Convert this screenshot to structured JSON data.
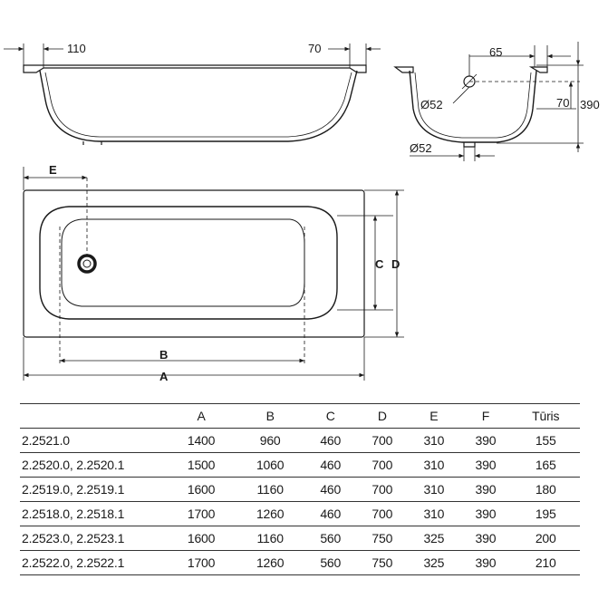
{
  "side_view": {
    "rim_left": "110",
    "rim_right": "70"
  },
  "end_view": {
    "rim_width": "65",
    "outlet_height": "70",
    "total_height": "390",
    "overflow_diameter": "Ø52",
    "drain_diameter": "Ø52"
  },
  "top_view": {
    "label_a": "A",
    "label_b": "B",
    "label_c": "C",
    "label_d": "D",
    "label_e": "E"
  },
  "table": {
    "headers": [
      "",
      "A",
      "B",
      "C",
      "D",
      "E",
      "F",
      "Tūris"
    ],
    "rows": [
      [
        "2.2521.0",
        "1400",
        "960",
        "460",
        "700",
        "310",
        "390",
        "155"
      ],
      [
        "2.2520.0, 2.2520.1",
        "1500",
        "1060",
        "460",
        "700",
        "310",
        "390",
        "165"
      ],
      [
        "2.2519.0, 2.2519.1",
        "1600",
        "1160",
        "460",
        "700",
        "310",
        "390",
        "180"
      ],
      [
        "2.2518.0, 2.2518.1",
        "1700",
        "1260",
        "460",
        "700",
        "310",
        "390",
        "195"
      ],
      [
        "2.2523.0, 2.2523.1",
        "1600",
        "1160",
        "560",
        "750",
        "325",
        "390",
        "200"
      ],
      [
        "2.2522.0, 2.2522.1",
        "1700",
        "1260",
        "560",
        "750",
        "325",
        "390",
        "210"
      ]
    ]
  }
}
